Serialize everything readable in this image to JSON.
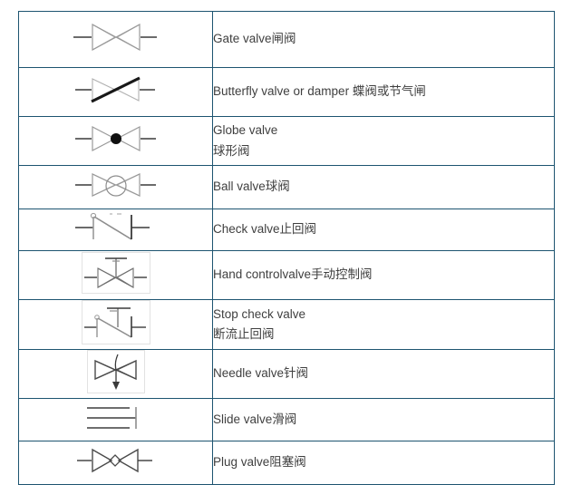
{
  "table": {
    "border_color": "#1d5470",
    "text_color": "#3f3f3f",
    "symbol_stroke": "#8d8d8d",
    "symbol_stroke_dark": "#3a3a3a",
    "rows": [
      {
        "symbol_name": "gate-valve-symbol",
        "label_lines": [
          "Gate valve闸阀"
        ]
      },
      {
        "symbol_name": "butterfly-valve-symbol",
        "label_lines": [
          "Butterfly valve or damper 蝶阀或节气闸"
        ]
      },
      {
        "symbol_name": "globe-valve-symbol",
        "label_lines": [
          "Globe valve",
          "球形阀"
        ]
      },
      {
        "symbol_name": "ball-valve-symbol",
        "label_lines": [
          "Ball valve球阀"
        ]
      },
      {
        "symbol_name": "check-valve-symbol",
        "label_lines": [
          "Check valve止回阀"
        ]
      },
      {
        "symbol_name": "hand-control-valve-symbol",
        "label_lines": [
          "Hand controlvalve手动控制阀"
        ]
      },
      {
        "symbol_name": "stop-check-valve-symbol",
        "label_lines": [
          "Stop check valve",
          "断流止回阀"
        ]
      },
      {
        "symbol_name": "needle-valve-symbol",
        "label_lines": [
          "Needle valve针阀"
        ]
      },
      {
        "symbol_name": "slide-valve-symbol",
        "label_lines": [
          "Slide valve滑阀"
        ]
      },
      {
        "symbol_name": "plug-valve-symbol",
        "label_lines": [
          "Plug valve阻塞阀"
        ]
      }
    ]
  }
}
